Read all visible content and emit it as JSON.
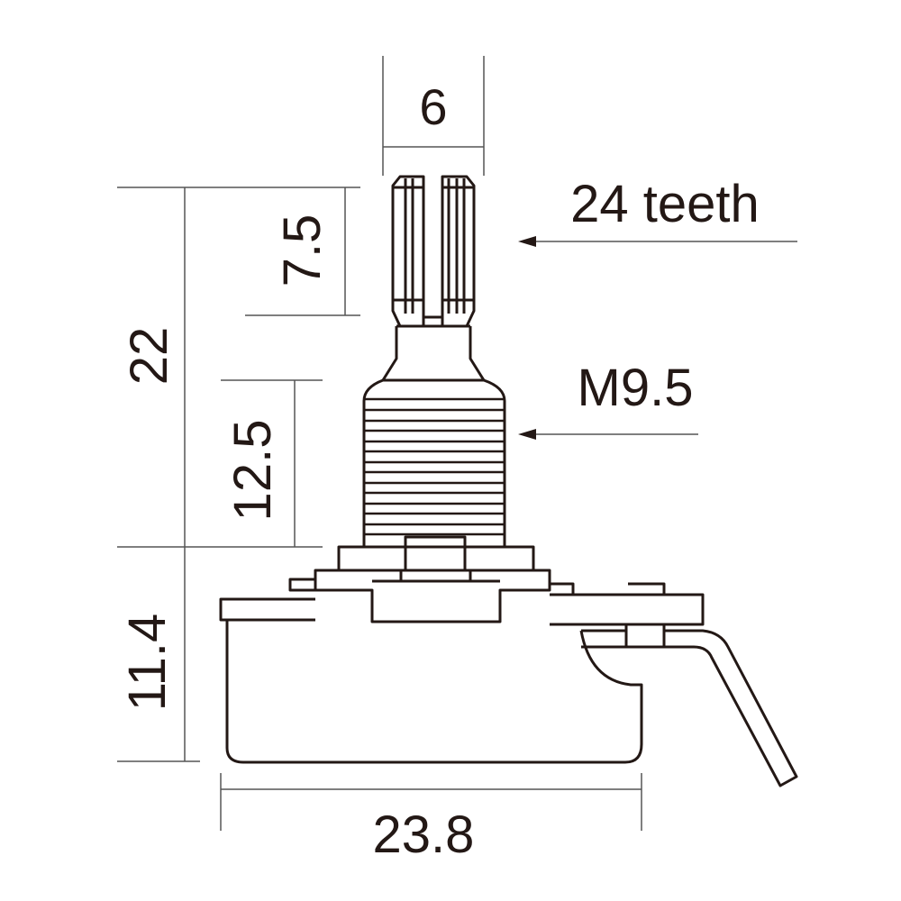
{
  "diagram": {
    "subject": "Potentiometer side dimension drawing",
    "colors": {
      "ink": "#231815",
      "background": "#ffffff",
      "dim_line": "#555555"
    },
    "dimensions": {
      "shaft_diameter": "6",
      "knurl_length": "7.5",
      "total_shaft_length": "22",
      "thread_length": "12.5",
      "body_height": "11.4",
      "body_width": "23.8"
    },
    "callouts": {
      "teeth": "24 teeth",
      "thread": "M9.5"
    }
  }
}
